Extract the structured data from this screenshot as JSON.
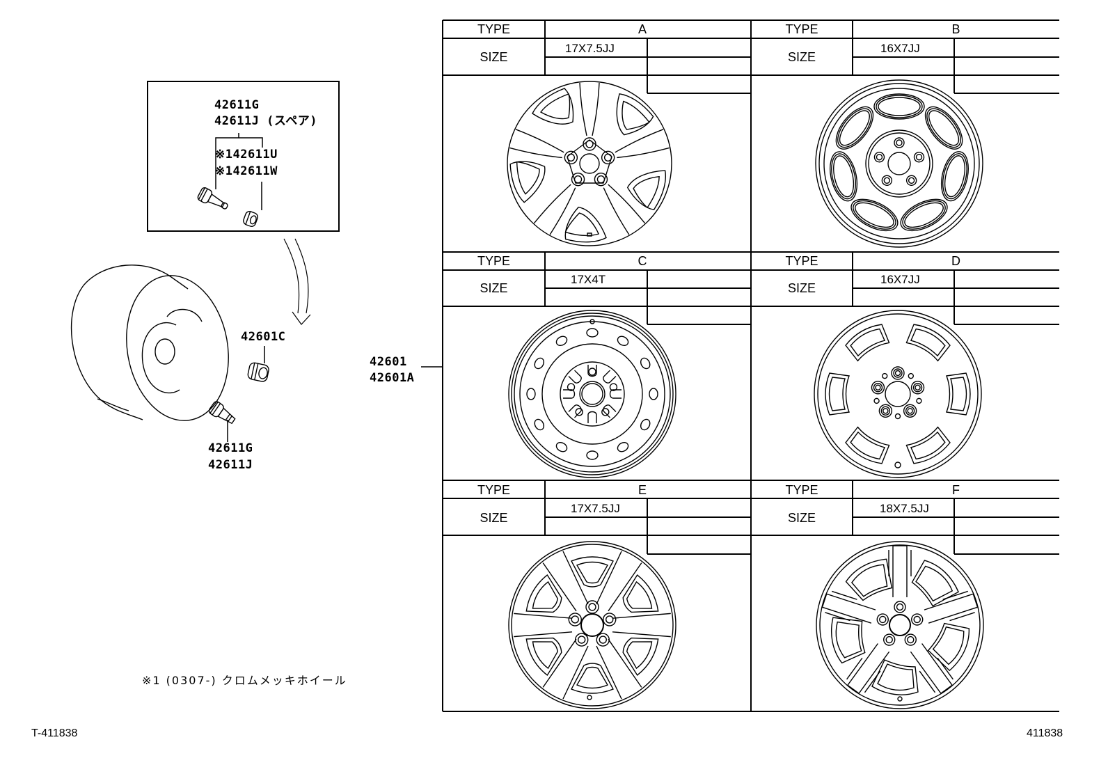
{
  "callouts": {
    "inset_part_1": "42611G",
    "inset_part_2": "42611J (スペア)",
    "inset_part_3": "※142611U",
    "inset_part_4": "※142611W",
    "lug_nut": "42601C",
    "valve_1": "42611G",
    "valve_2": "42611J",
    "wheel_1": "42601",
    "wheel_2": "42601A"
  },
  "footnote": "※1 (0307-) クロムメッキホイール",
  "illustration_id_left": "T-411838",
  "illustration_id_right": "411838",
  "wheel_table": {
    "type_header": "TYPE",
    "size_header": "SIZE",
    "entries": [
      {
        "type": "A",
        "size": "17X7.5JJ",
        "design": "5-spoke split, 5-lug"
      },
      {
        "type": "B",
        "size": "16X7JJ",
        "design": "7 oval windows, 5-lug"
      },
      {
        "type": "C",
        "size": "17X4T",
        "design": "steel spare, 12 holes"
      },
      {
        "type": "D",
        "size": "16X7JJ",
        "design": "6 windows, 5-lug"
      },
      {
        "type": "E",
        "size": "17X7.5JJ",
        "design": "6-spoke, 5-lug"
      },
      {
        "type": "F",
        "size": "18X7.5JJ",
        "design": "5-spoke, 5-lug"
      }
    ]
  }
}
